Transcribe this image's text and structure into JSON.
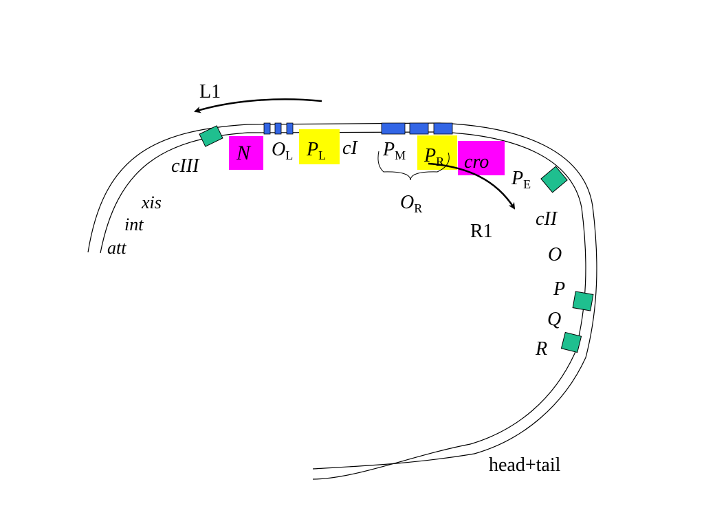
{
  "transcripts": {
    "left": "L1",
    "right": "R1"
  },
  "genes": {
    "cIII": "cIII",
    "xis": "xis",
    "int": "int",
    "att": "att",
    "N": "N",
    "cI": "cI",
    "cro": "cro",
    "cII": "cII",
    "O": "O",
    "P": "P",
    "Q": "Q",
    "R": "R",
    "head_tail": "head+tail"
  },
  "operators": {
    "OL": {
      "main": "O",
      "sub": "L"
    },
    "OR": {
      "main": "O",
      "sub": "R"
    }
  },
  "promoters": {
    "PL": {
      "main": "P",
      "sub": "L"
    },
    "PR": {
      "main": "P",
      "sub": "R"
    },
    "PM": {
      "main": "P",
      "sub": "M"
    },
    "PE": {
      "main": "P",
      "sub": "E"
    }
  },
  "colors": {
    "strand": "#000000",
    "operator_site": "#3366e6",
    "promoter_box": "#ffff00",
    "gene_box": "#ff00ff",
    "terminator": "#1fbf8f"
  }
}
